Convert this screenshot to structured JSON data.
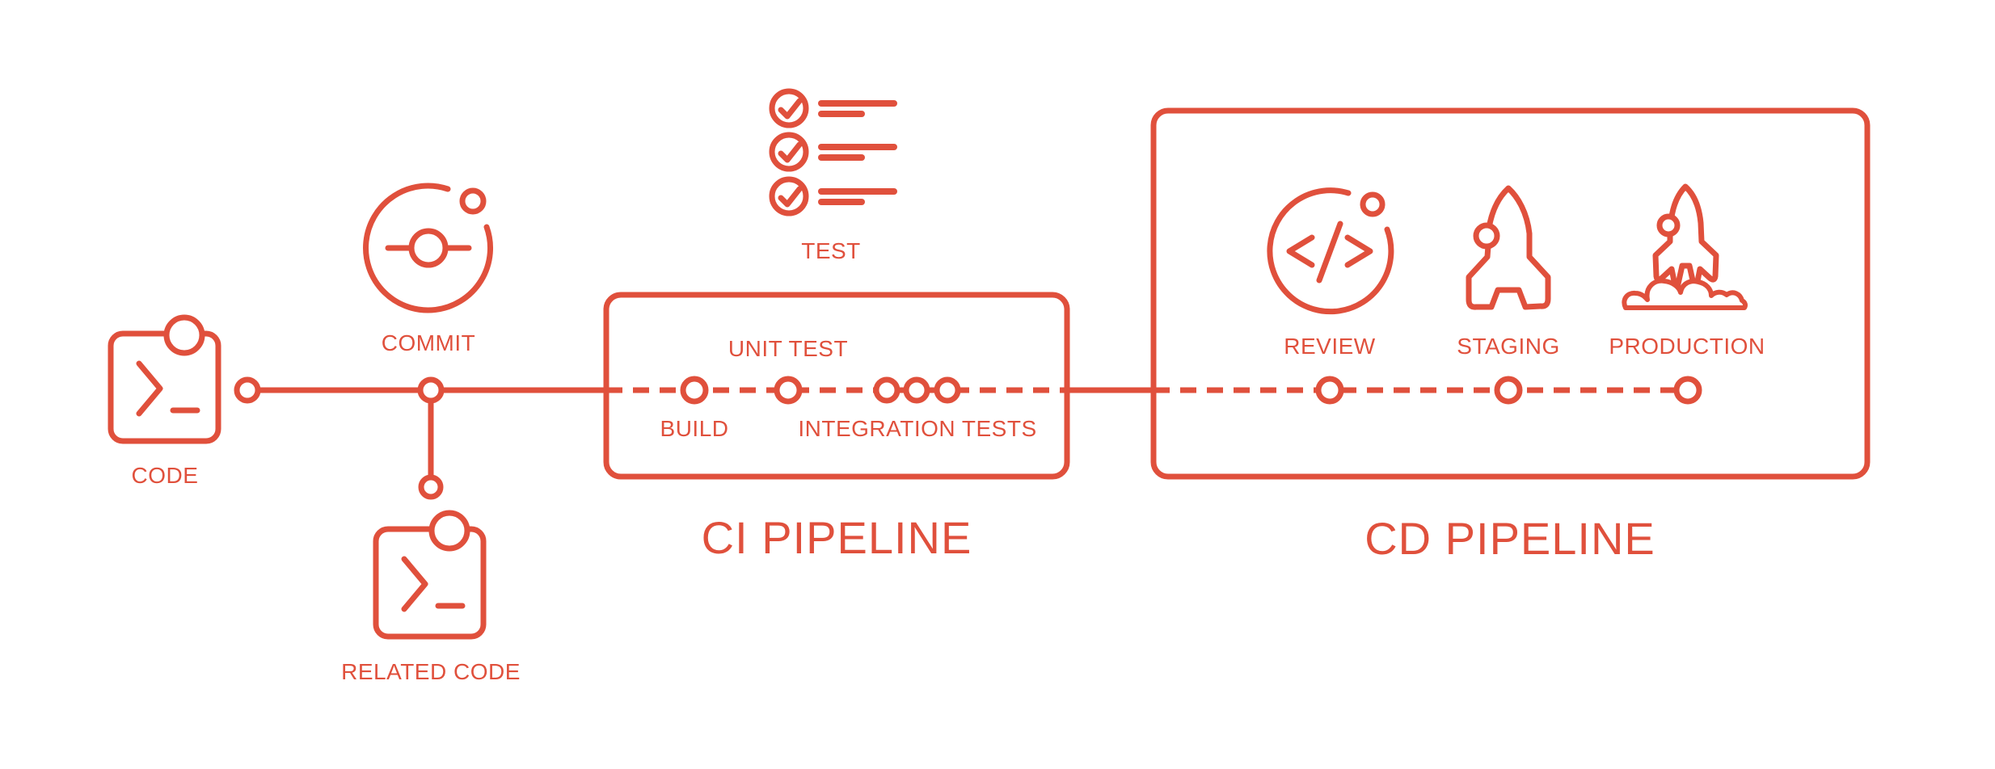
{
  "accent_color": "#E0503C",
  "background_color": "#FFFFFF",
  "labels": {
    "code": "CODE",
    "commit": "COMMIT",
    "related_code": "RELATED CODE",
    "test": "TEST",
    "build": "BUILD",
    "unit_test": "UNIT TEST",
    "integration_tests": "INTEGRATION TESTS",
    "review": "REVIEW",
    "staging": "STAGING",
    "production": "PRODUCTION"
  },
  "titles": {
    "ci": "CI PIPELINE",
    "cd": "CD PIPELINE"
  },
  "icons": {
    "code": "terminal-icon",
    "commit": "git-commit-orbit-icon",
    "related_code": "terminal-icon",
    "test": "checklist-icon",
    "review": "code-review-icon",
    "staging": "rocket-icon",
    "production": "rocket-launch-icon"
  },
  "flow": {
    "source_stages": [
      "CODE",
      "COMMIT",
      "RELATED CODE"
    ],
    "ci_stages": [
      "BUILD",
      "UNIT TEST",
      "INTEGRATION TESTS"
    ],
    "cd_stages": [
      "REVIEW",
      "STAGING",
      "PRODUCTION"
    ],
    "line_style_inside_boxes": "dashed",
    "line_style_outside_boxes": "solid"
  }
}
